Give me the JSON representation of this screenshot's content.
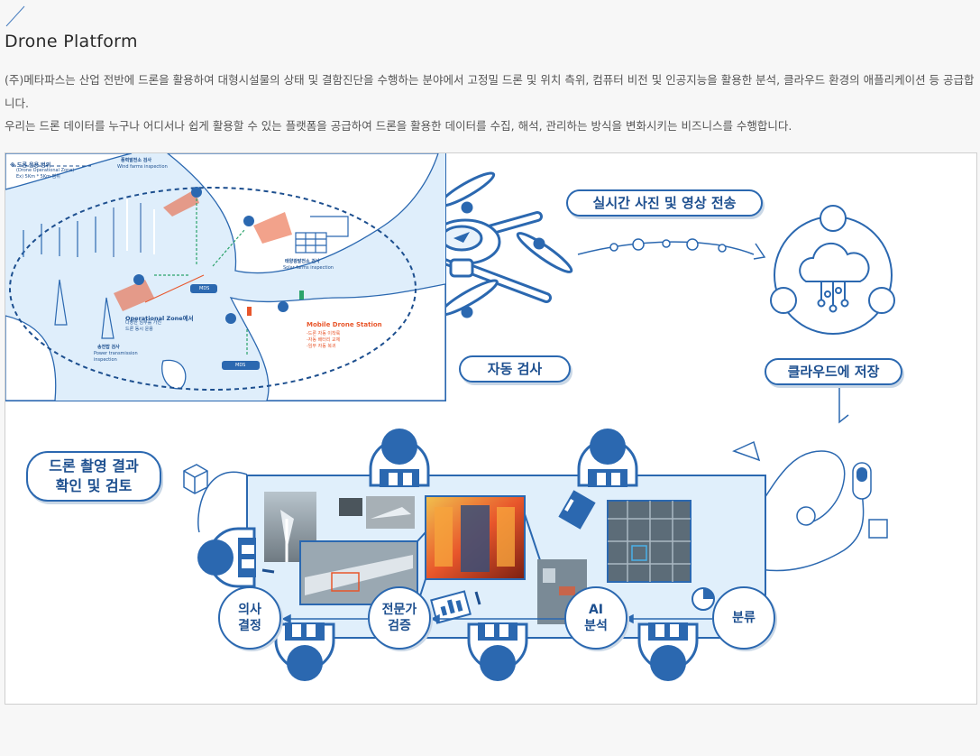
{
  "page": {
    "title": "Drone Platform",
    "description_line1": "(주)메타파스는 산업 전반에 드론을 활용하여 대형시설물의 상태 및 결함진단을 수행하는 분야에서 고정밀 드론 및 위치 측위, 컴퓨터 비전 및 인공지능을 활용한 분석, 클라우드 환경의 애플리케이션 등 공급합니다.",
    "description_line2": "우리는 드론 데이터를 누구나 어디서나 쉽게 활용할 수 있는 플랫폼을 공급하여 드론을 활용한 데이터를 수집, 해석, 관리하는 방식을 변화시키는 비즈니스를 수행합니다."
  },
  "inset": {
    "legend_title": "※ 드론 운용 범위",
    "legend_sub1": "(Drone Operational Zone)",
    "legend_sub2": "Ex) 5Km * 5Km 범위",
    "wind_ko": "풍력발전소 검사",
    "wind_en": "Wind farms inspection",
    "solar_ko": "태양광발전소 검사",
    "solar_en": "Solar farms inspection",
    "power_ko": "송전탑 검사",
    "power_en1": "Power transmission",
    "power_en2": "inspection",
    "opzone_title": "Operational Zone에서",
    "opzone_l1": "다양한 임무를 가진",
    "opzone_l2": "드론 동시 운용",
    "mds_title": "Mobile Drone Station",
    "mds_l1": "-드론 자동 이착륙",
    "mds_l2": "-자동 배터리 교체",
    "mds_l3": "-임무 자동 복귀",
    "mds_label": "MDS"
  },
  "flow": {
    "realtime": "실시간 사진 및 영상 전송",
    "auto_inspect": "자동 검사",
    "cloud_store": "클라우드에 저장",
    "review_l1": "드론 촬영 결과",
    "review_l2": "확인 및 검토",
    "decision_l1": "의사",
    "decision_l2": "결정",
    "expert_l1": "전문가",
    "expert_l2": "검증",
    "ai_l1": "AI",
    "ai_l2": "분석",
    "classify": "분류"
  },
  "colors": {
    "primary": "#2b68b0",
    "dark": "#1d4f8f",
    "light_fill": "#dfeefb",
    "accent_red": "#e8562b"
  }
}
